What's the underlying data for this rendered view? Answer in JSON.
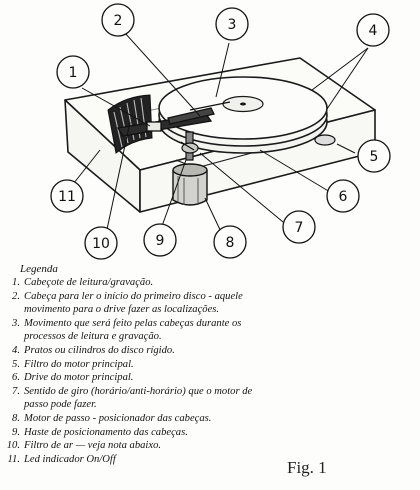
{
  "diagram": {
    "callouts": [
      "1",
      "2",
      "3",
      "4",
      "5",
      "6",
      "7",
      "8",
      "9",
      "10",
      "11"
    ]
  },
  "legend": {
    "title": "Legenda",
    "items": [
      {
        "number": "1.",
        "text": "Cabeçote de leitura/gravação."
      },
      {
        "number": "2.",
        "text": "Cabeça para ler o início do primeiro disco - aquele\nmovimento para o drive fazer as localizações."
      },
      {
        "number": "3.",
        "text": "Movimento que será feito pelas cabeças durante os\nprocessos  de leitura e gravação."
      },
      {
        "number": "4.",
        "text": "Pratos ou cilindros do disco rígido."
      },
      {
        "number": "5.",
        "text": " Filtro do motor principal."
      },
      {
        "number": "6.",
        "text": "Drive do motor principal."
      },
      {
        "number": "7.",
        "text": "Sentido de giro (horário/anti-horário) que o motor de\npasso  pode fazer."
      },
      {
        "number": "8.",
        "text": "Motor de passo - posicionador das cabeças."
      },
      {
        "number": "9.",
        "text": "Haste de posicionamento das cabeças."
      },
      {
        "number": "10.",
        "text": "Filtro de ar — veja nota abaixo."
      },
      {
        "number": "11.",
        "text": "Led indicador On/Off"
      }
    ]
  },
  "figure_label": "Fig. 1"
}
